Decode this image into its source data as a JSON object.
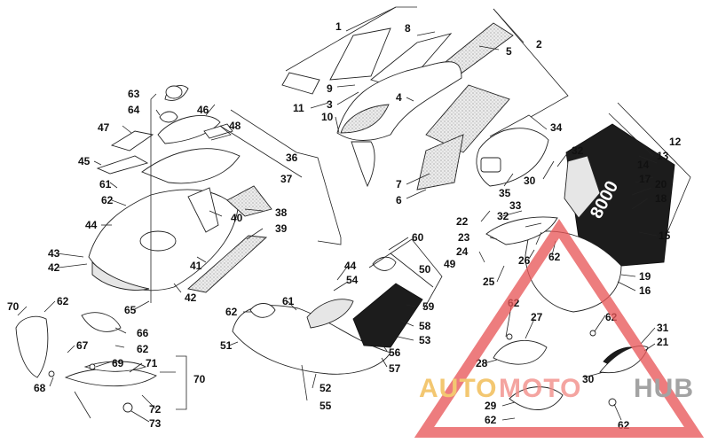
{
  "diagram": {
    "callouts": [
      "1",
      "2",
      "3",
      "4",
      "5",
      "6",
      "7",
      "8",
      "9",
      "10",
      "11",
      "12",
      "13",
      "14",
      "15",
      "16",
      "17",
      "18",
      "19",
      "20",
      "21",
      "22",
      "23",
      "24",
      "25",
      "26",
      "27",
      "28",
      "29",
      "30",
      "31",
      "32",
      "33",
      "34",
      "35",
      "36",
      "37",
      "38",
      "39",
      "40",
      "41",
      "42",
      "43",
      "44",
      "45",
      "46",
      "47",
      "48",
      "49",
      "50",
      "51",
      "52",
      "53",
      "54",
      "55",
      "56",
      "57",
      "58",
      "59",
      "60",
      "61",
      "62",
      "63",
      "64",
      "65",
      "66",
      "67",
      "68",
      "69",
      "70",
      "71",
      "72",
      "73"
    ],
    "decal_text": "8000"
  },
  "watermark": {
    "part1": "AUTO",
    "part2": "MOTO",
    "part3": "HUB",
    "color_auto": "#f0b84a",
    "color_moto": "#f28b86",
    "color_hub": "#8a8a8a",
    "triangle_color": "#e8585a"
  }
}
